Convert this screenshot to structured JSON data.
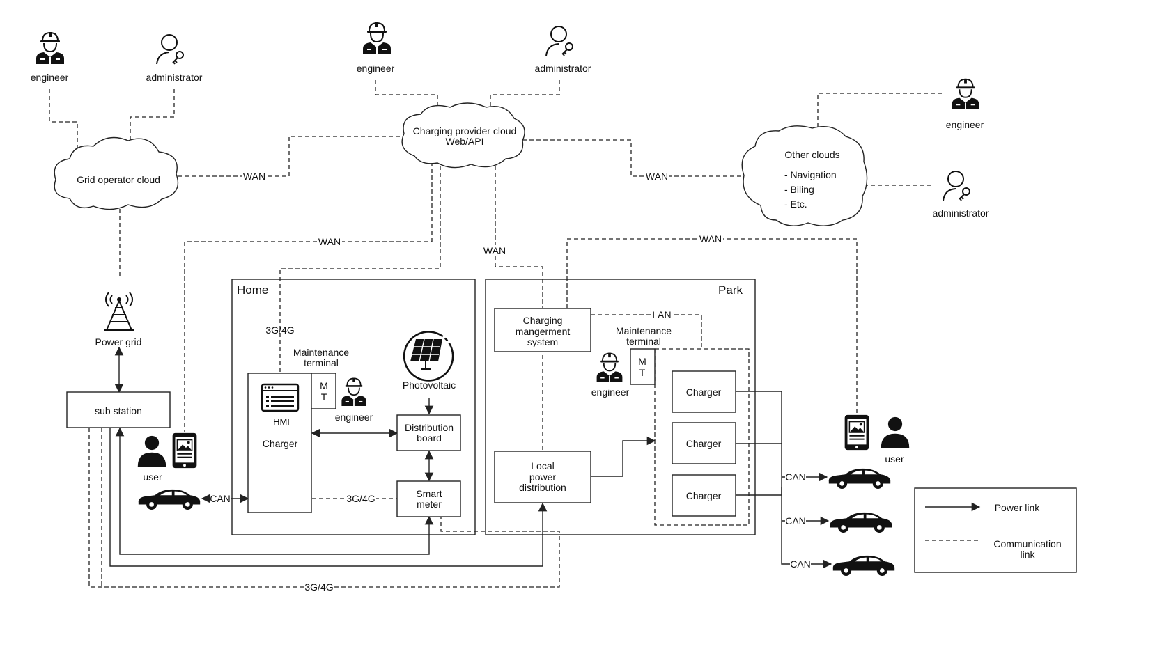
{
  "labels": {
    "engineer": "engineer",
    "administrator": "administrator",
    "user": "user",
    "wan": "WAN",
    "lan": "LAN",
    "can": "CAN",
    "g34": "3G/4G",
    "grid_cloud": "Grid operator cloud",
    "provider_cloud_line1": "Charging provider cloud",
    "provider_cloud_line2": "Web/API",
    "other_clouds_title": "Other clouds",
    "other_clouds_items": [
      "- Navigation",
      "- Biling",
      "- Etc."
    ],
    "power_grid": "Power grid",
    "sub_station": "sub station",
    "home": "Home",
    "park": "Park",
    "hmi": "HMI",
    "charger": "Charger",
    "maintenance_terminal_line1": "Maintenance",
    "maintenance_terminal_line2": "terminal",
    "mt_line1": "M",
    "mt_line2": "T",
    "photovoltaic": "Photovoltaic",
    "distribution_board_line1": "Distribution",
    "distribution_board_line2": "board",
    "smart_meter_line1": "Smart",
    "smart_meter_line2": "meter",
    "cms_line1": "Charging",
    "cms_line2": "mangerment",
    "cms_line3": "system",
    "lpd_line1": "Local",
    "lpd_line2": "power",
    "lpd_line3": "distribution"
  },
  "legend": {
    "power_link": "Power link",
    "communication_link_line1": "Communication",
    "communication_link_line2": "link"
  },
  "icons": {
    "engineer": "engineer-icon",
    "administrator": "administrator-icon",
    "user": "user-icon",
    "tablet": "tablet-icon",
    "car": "car-icon",
    "tower": "radio-tower-icon",
    "solar": "solar-panel-icon",
    "hmi": "hmi-screen-icon"
  }
}
